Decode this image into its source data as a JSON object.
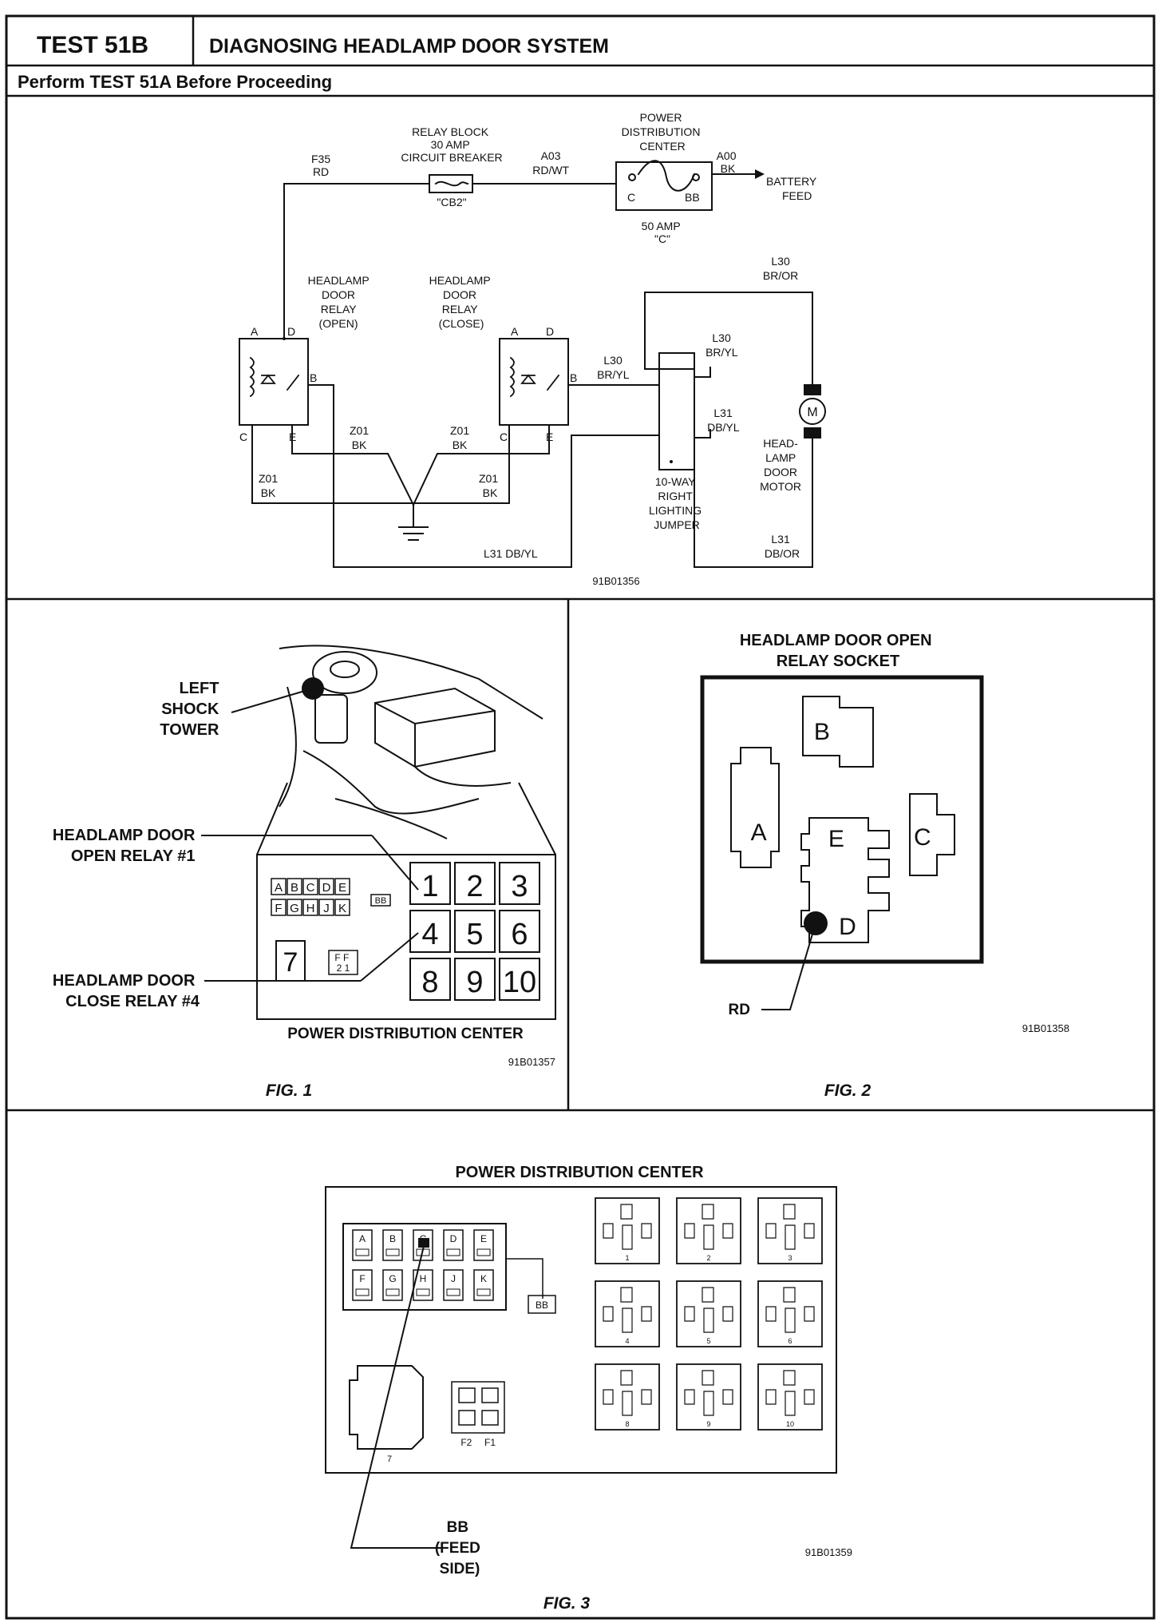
{
  "header": {
    "test_id": "TEST 51B",
    "title": "DIAGNOSING HEADLAMP DOOR SYSTEM",
    "subtitle": "Perform TEST 51A Before Proceeding"
  },
  "schematic": {
    "relay_block": [
      "RELAY BLOCK",
      "30 AMP",
      "CIRCUIT BREAKER"
    ],
    "cb2": "\"CB2\"",
    "pdc": [
      "POWER",
      "DISTRIBUTION",
      "CENTER"
    ],
    "fuse_pin_c": "C",
    "fuse_pin_bb": "BB",
    "fuse_rating": [
      "50 AMP",
      "\"C\""
    ],
    "battery_feed": [
      "BATTERY",
      "FEED"
    ],
    "wire_f35": [
      "F35",
      "RD"
    ],
    "wire_a03": [
      "A03",
      "RD/WT"
    ],
    "wire_a00": [
      "A00",
      "BK"
    ],
    "relay_open_label": [
      "HEADLAMP",
      "DOOR",
      "RELAY",
      "(OPEN)"
    ],
    "relay_close_label": [
      "HEADLAMP",
      "DOOR",
      "RELAY",
      "(CLOSE)"
    ],
    "pin_a": "A",
    "pin_b": "B",
    "pin_c": "C",
    "pin_d": "D",
    "pin_e": "E",
    "wire_l30_bror": [
      "L30",
      "BR/OR"
    ],
    "wire_l30_bryl_left": [
      "L30",
      "BR/YL"
    ],
    "wire_l30_bryl_right": [
      "L30",
      "BR/YL"
    ],
    "wire_l31_dbyl_right": [
      "L31",
      "DB/YL"
    ],
    "wire_l31_dbyl_bottom": "L31  DB/YL",
    "wire_l31_dbor": [
      "L31",
      "DB/OR"
    ],
    "wire_z01_1": [
      "Z01",
      "BK"
    ],
    "wire_z01_2": [
      "Z01",
      "BK"
    ],
    "wire_z01_3": [
      "Z01",
      "BK"
    ],
    "wire_z01_4": [
      "Z01",
      "BK"
    ],
    "motor_symbol": "M",
    "motor_label": [
      "HEAD-",
      "LAMP",
      "DOOR",
      "MOTOR"
    ],
    "jumper_label": [
      "10-WAY",
      "RIGHT",
      "LIGHTING",
      "JUMPER"
    ],
    "figure_id": "91B01356"
  },
  "fig1": {
    "caption": "FIG. 1",
    "shock_tower": [
      "LEFT",
      "SHOCK",
      "TOWER"
    ],
    "open_relay": [
      "HEADLAMP DOOR",
      "OPEN RELAY #1"
    ],
    "close_relay": [
      "HEADLAMP DOOR",
      "CLOSE RELAY #4"
    ],
    "pdc_title": "POWER DISTRIBUTION CENTER",
    "fuse_row1": [
      "A",
      "B",
      "C",
      "D",
      "E"
    ],
    "fuse_row2": [
      "F",
      "G",
      "H",
      "J",
      "K"
    ],
    "bb_label": "BB",
    "relay_numbers": [
      "1",
      "2",
      "3",
      "4",
      "5",
      "6",
      "8",
      "9",
      "10"
    ],
    "relay_7": "7",
    "ff_label": [
      "F F",
      "2 1"
    ],
    "figure_id": "91B01357"
  },
  "fig2": {
    "caption": "FIG. 2",
    "title": [
      "HEADLAMP DOOR OPEN",
      "RELAY SOCKET"
    ],
    "terminals": {
      "b": "B",
      "a": "A",
      "e": "E",
      "c": "C",
      "d": "D"
    },
    "rd_label": "RD",
    "figure_id": "91B01358"
  },
  "fig3": {
    "caption": "FIG. 3",
    "title": "POWER DISTRIBUTION CENTER",
    "fuse_row1": [
      "A",
      "B",
      "C",
      "D",
      "E"
    ],
    "fuse_row2": [
      "F",
      "G",
      "H",
      "J",
      "K"
    ],
    "bb_label": "BB",
    "f_labels": [
      "F2",
      "F1"
    ],
    "socket_numbers": [
      "1",
      "2",
      "3",
      "4",
      "5",
      "6",
      "8",
      "9",
      "10"
    ],
    "relay_7": "7",
    "feed_label": [
      "BB",
      "(FEED",
      "SIDE)"
    ],
    "figure_id": "91B01359"
  }
}
